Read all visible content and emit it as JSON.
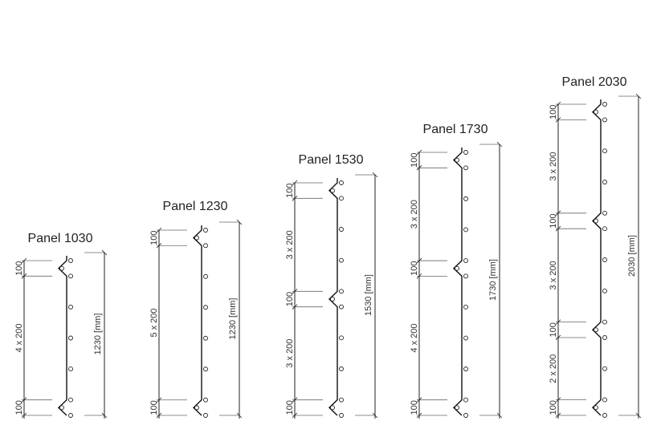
{
  "panels": [
    {
      "title": "Panel 1030",
      "total_label": "1230 [mm]",
      "segments": [
        {
          "mm": 100,
          "label": "100",
          "rib": true
        },
        {
          "mm": 800,
          "label": "4 x 200",
          "count": 4
        },
        {
          "mm": 100,
          "label": "100",
          "rib": true
        }
      ]
    },
    {
      "title": "Panel 1230",
      "total_label": "1230 [mm]",
      "segments": [
        {
          "mm": 100,
          "label": "100",
          "rib": true
        },
        {
          "mm": 1000,
          "label": "5 x 200",
          "count": 5
        },
        {
          "mm": 100,
          "label": "100",
          "rib": true
        }
      ]
    },
    {
      "title": "Panel 1530",
      "total_label": "1530 [mm]",
      "segments": [
        {
          "mm": 100,
          "label": "100",
          "rib": true
        },
        {
          "mm": 600,
          "label": "3 x 200",
          "count": 3
        },
        {
          "mm": 100,
          "label": "100",
          "rib": true
        },
        {
          "mm": 600,
          "label": "3 x 200",
          "count": 3
        },
        {
          "mm": 100,
          "label": "100",
          "rib": true
        }
      ]
    },
    {
      "title": "Panel 1730",
      "total_label": "1730 [mm]",
      "segments": [
        {
          "mm": 100,
          "label": "100",
          "rib": true
        },
        {
          "mm": 600,
          "label": "3 x 200",
          "count": 3
        },
        {
          "mm": 100,
          "label": "100",
          "rib": true
        },
        {
          "mm": 800,
          "label": "4 x 200",
          "count": 4
        },
        {
          "mm": 100,
          "label": "100",
          "rib": true
        }
      ]
    },
    {
      "title": "Panel 2030",
      "total_label": "2030 [mm]",
      "segments": [
        {
          "mm": 100,
          "label": "100",
          "rib": true
        },
        {
          "mm": 600,
          "label": "3 x 200",
          "count": 3
        },
        {
          "mm": 100,
          "label": "100",
          "rib": true
        },
        {
          "mm": 600,
          "label": "3 x 200",
          "count": 3
        },
        {
          "mm": 100,
          "label": "100",
          "rib": true
        },
        {
          "mm": 400,
          "label": "2 x 200",
          "count": 2
        },
        {
          "mm": 100,
          "label": "100",
          "rib": true
        }
      ]
    }
  ]
}
